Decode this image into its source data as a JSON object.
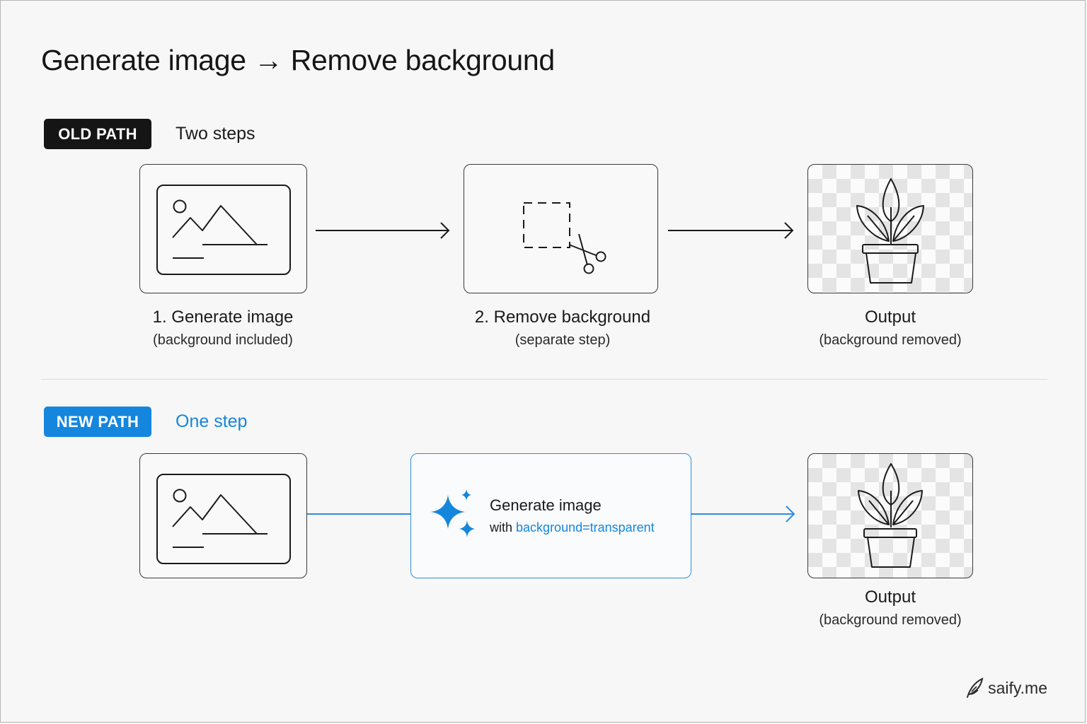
{
  "title": "Generate image → Remove background",
  "old_path": {
    "badge": "OLD PATH",
    "subtitle": "Two steps",
    "steps": [
      {
        "title": "1. Generate image",
        "subtitle": "(background included)",
        "icon": "image-icon"
      },
      {
        "title": "2. Remove background",
        "subtitle": "(separate step)",
        "icon": "crop-scissors-icon"
      },
      {
        "title": "Output",
        "subtitle": "(background removed)",
        "icon": "plant-pot-icon"
      }
    ]
  },
  "new_path": {
    "badge": "NEW PATH",
    "subtitle": "One step",
    "generate": {
      "title": "Generate image",
      "prefix": "with",
      "param": "background=transparent",
      "icon": "sparkle-icon"
    },
    "output": {
      "title": "Output",
      "subtitle": "(background removed)",
      "icon": "plant-pot-icon"
    }
  },
  "brand": {
    "name": "saify.me",
    "icon": "feather-icon"
  },
  "colors": {
    "accent": "#1586dd",
    "dark": "#151515",
    "background": "#f7f7f7"
  }
}
